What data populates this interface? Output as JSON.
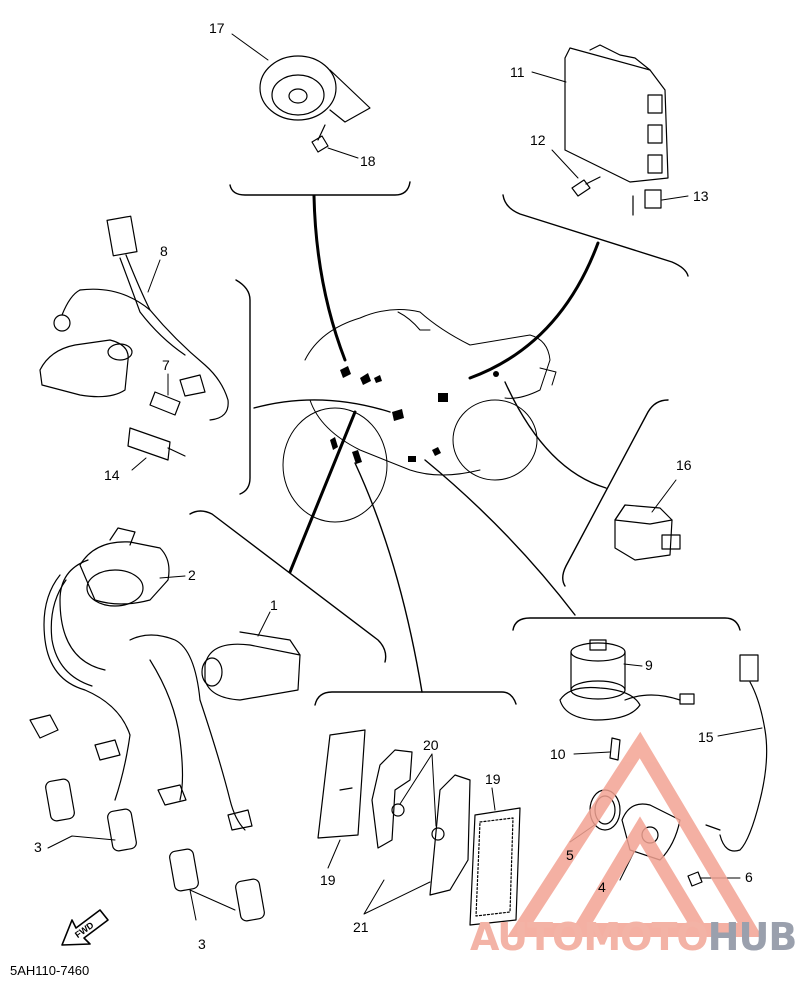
{
  "diagram_code": "5AH110-7460",
  "direction_label": "FWD",
  "watermark": {
    "part1": "AUTOMOTO",
    "part2": "HUB",
    "color_primary": "#f3a393",
    "color_secondary": "#9aa0ad"
  },
  "labels": {
    "p1": "1",
    "p2": "2",
    "p3a": "3",
    "p3b": "3",
    "p4": "4",
    "p5": "5",
    "p6": "6",
    "p7": "7",
    "p8": "8",
    "p9": "9",
    "p10": "10",
    "p11": "11",
    "p12": "12",
    "p13": "13",
    "p14": "14",
    "p15": "15",
    "p16": "16",
    "p17": "17",
    "p18": "18",
    "p19a": "19",
    "p19b": "19",
    "p20": "20",
    "p21": "21"
  }
}
